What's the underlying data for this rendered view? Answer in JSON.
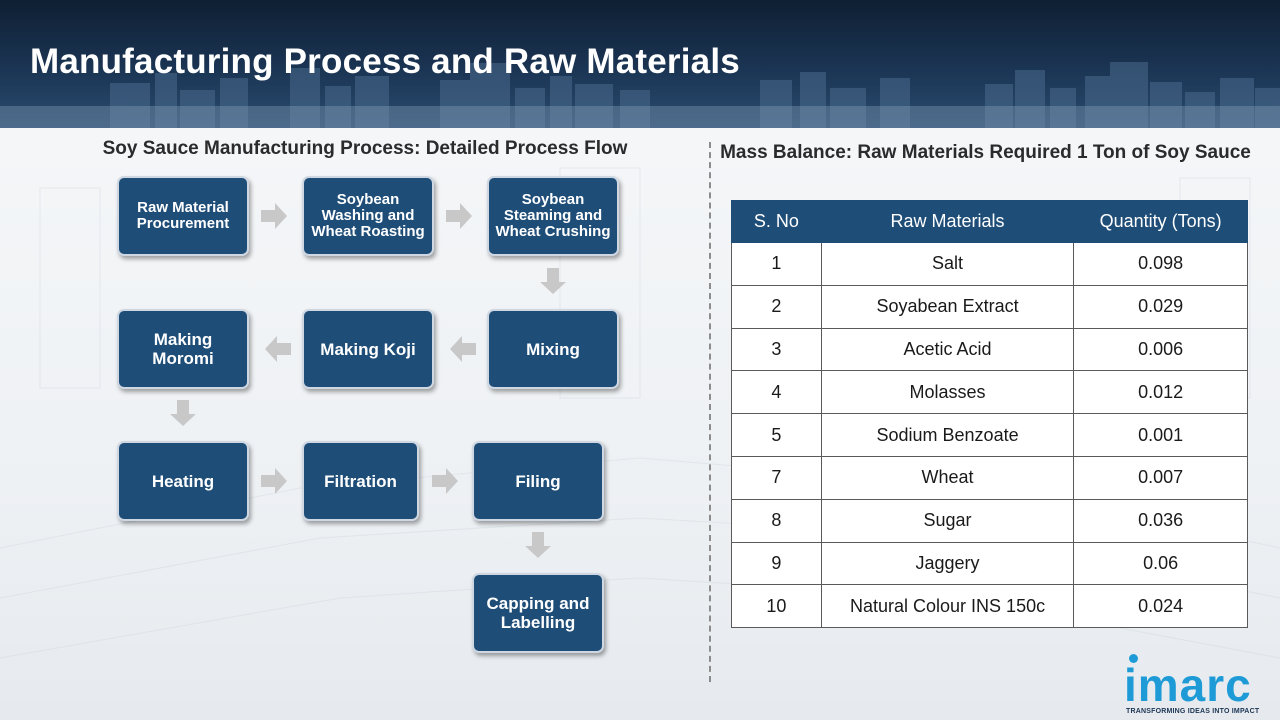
{
  "title": "Manufacturing Process and Raw Materials",
  "left_heading": "Soy Sauce Manufacturing Process: Detailed Process Flow",
  "right_heading": "Mass Balance: Raw Materials Required 1 Ton of Soy Sauce",
  "process_steps": [
    "Raw Material Procurement",
    "Soybean Washing and Wheat Roasting",
    "Soybean Steaming and Wheat Crushing",
    "Mixing",
    "Making Koji",
    "Making Moromi",
    "Heating",
    "Filtration",
    "Filing",
    "Capping and Labelling"
  ],
  "table": {
    "headers": [
      "S. No",
      "Raw Materials",
      "Quantity (Tons)"
    ],
    "rows": [
      [
        "1",
        "Salt",
        "0.098"
      ],
      [
        "2",
        "Soyabean Extract",
        "0.029"
      ],
      [
        "3",
        "Acetic Acid",
        "0.006"
      ],
      [
        "4",
        "Molasses",
        "0.012"
      ],
      [
        "5",
        "Sodium Benzoate",
        "0.001"
      ],
      [
        "7",
        "Wheat",
        "0.007"
      ],
      [
        "8",
        "Sugar",
        "0.036"
      ],
      [
        "9",
        "Jaggery",
        "0.06"
      ],
      [
        "10",
        "Natural Colour INS 150c",
        "0.024"
      ]
    ]
  },
  "logo": {
    "word": "imarc",
    "tagline": "TRANSFORMING IDEAS INTO IMPACT"
  },
  "colors": {
    "box_fill": "#1e4d78",
    "header_dark": "#0f1f33",
    "table_header": "#1e4d78",
    "arrow": "#c8c8c8",
    "logo": "#1e9bd7"
  }
}
